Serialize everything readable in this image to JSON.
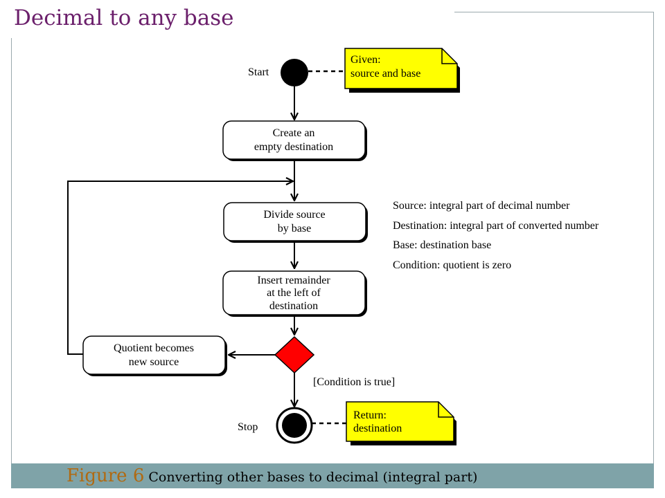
{
  "slide": {
    "title": "Decimal to any base"
  },
  "diagram": {
    "start_label": "Start",
    "stop_label": "Stop",
    "notes": {
      "given": [
        "Given:",
        "source and base"
      ],
      "return": [
        "Return:",
        "destination"
      ]
    },
    "activities": {
      "create": [
        "Create an",
        "empty destination"
      ],
      "divide": [
        "Divide source",
        "by base"
      ],
      "insert": [
        "Insert remainder",
        "at the left of",
        "destination"
      ],
      "quotient": [
        "Quotient becomes",
        "new source"
      ]
    },
    "guard": "[Condition is true]",
    "legend": [
      "Source: integral part of decimal number",
      "Destination: integral part of converted number",
      "Base: destination base",
      "Condition: quotient is zero"
    ],
    "colors": {
      "note_fill": "#ffff00",
      "decision_fill": "#ff0000",
      "node_fill": "#000000"
    }
  },
  "caption": {
    "figure": "Figure 6",
    "text": "Converting other bases to decimal (integral part)"
  }
}
